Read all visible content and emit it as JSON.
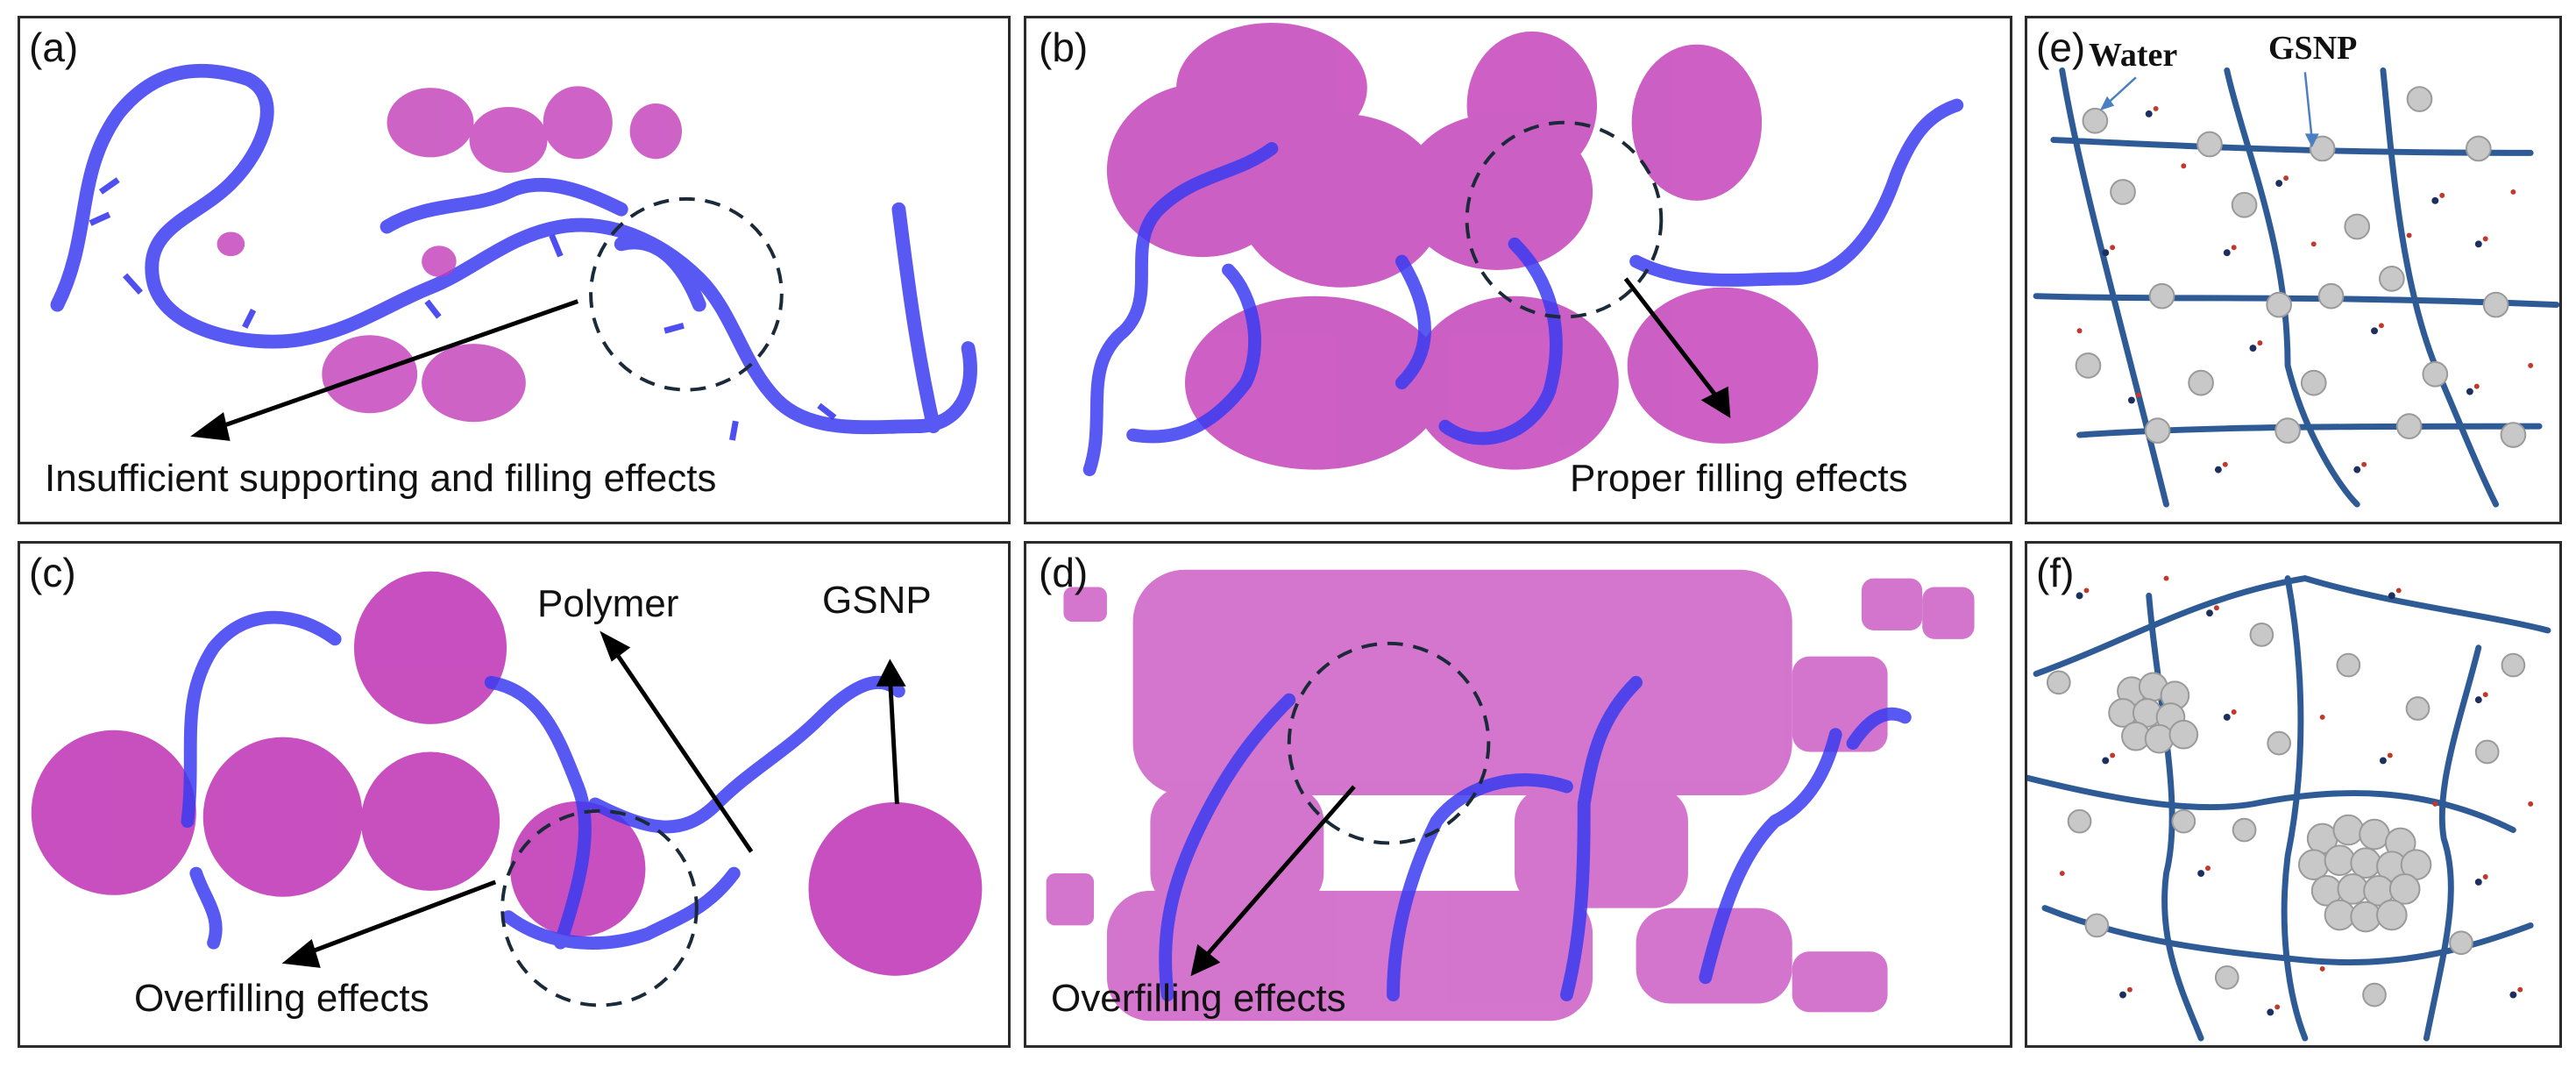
{
  "panels": {
    "a": {
      "tag": "(a)",
      "caption": "Insufficient supporting and filling effects"
    },
    "b": {
      "tag": "(b)",
      "caption": "Proper filling effects"
    },
    "c": {
      "tag": "(c)",
      "caption": "Overfilling effects",
      "label_polymer": "Polymer",
      "label_gsnp": "GSNP"
    },
    "d": {
      "tag": "(d)",
      "caption": "Overfilling effects"
    },
    "e": {
      "tag": "(e)",
      "label_water": "Water",
      "label_gsnp": "GSNP"
    },
    "f": {
      "tag": "(f)"
    }
  },
  "colors": {
    "polymer": "#3b3bf0",
    "nanoparticle": "#c23cb8",
    "network_line": "#2e5b95",
    "sphere": "#c8c8c8",
    "water_o": "#1c2f5e",
    "water_h": "#c0392b"
  }
}
